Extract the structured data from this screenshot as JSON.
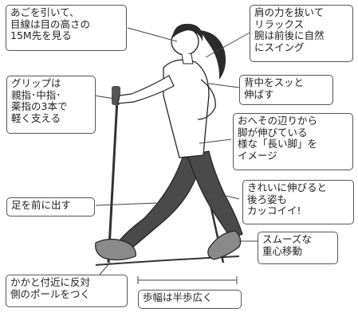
{
  "callouts": {
    "chin": "あごを引いて、\n目線は目の高さの\n15M先を見る",
    "shoulder": "肩の力を抜いて\nリラックス\n腕は前後に自然\nにスイング",
    "back": "背中をスッと\n伸ばす",
    "grip": "グリップは\n親指･中指･\n薬指の3本で\n軽く支える",
    "long_legs": "おへその辺りから\n脚が伸びている\n様な「長い脚」を\nイメージ",
    "step_forward": "足を前に出す",
    "rear_view": "きれいに伸びると\n後ろ姿も\nカッコイイ!",
    "weight_shift": "スムーズな\n重心移動",
    "pole_heel": "かかと付近に反対\n側のポールをつく",
    "stride": "歩幅は半歩広く"
  },
  "colors": {
    "hair": "#2b2b2b",
    "shirt": "#ffffff",
    "leggings": "#4a4a4a",
    "shoes": "#8a8a8a",
    "skin": "#ffffff",
    "line": "#333333"
  },
  "icons": [
    "walking-woman-figure",
    "nordic-walking-pole"
  ]
}
